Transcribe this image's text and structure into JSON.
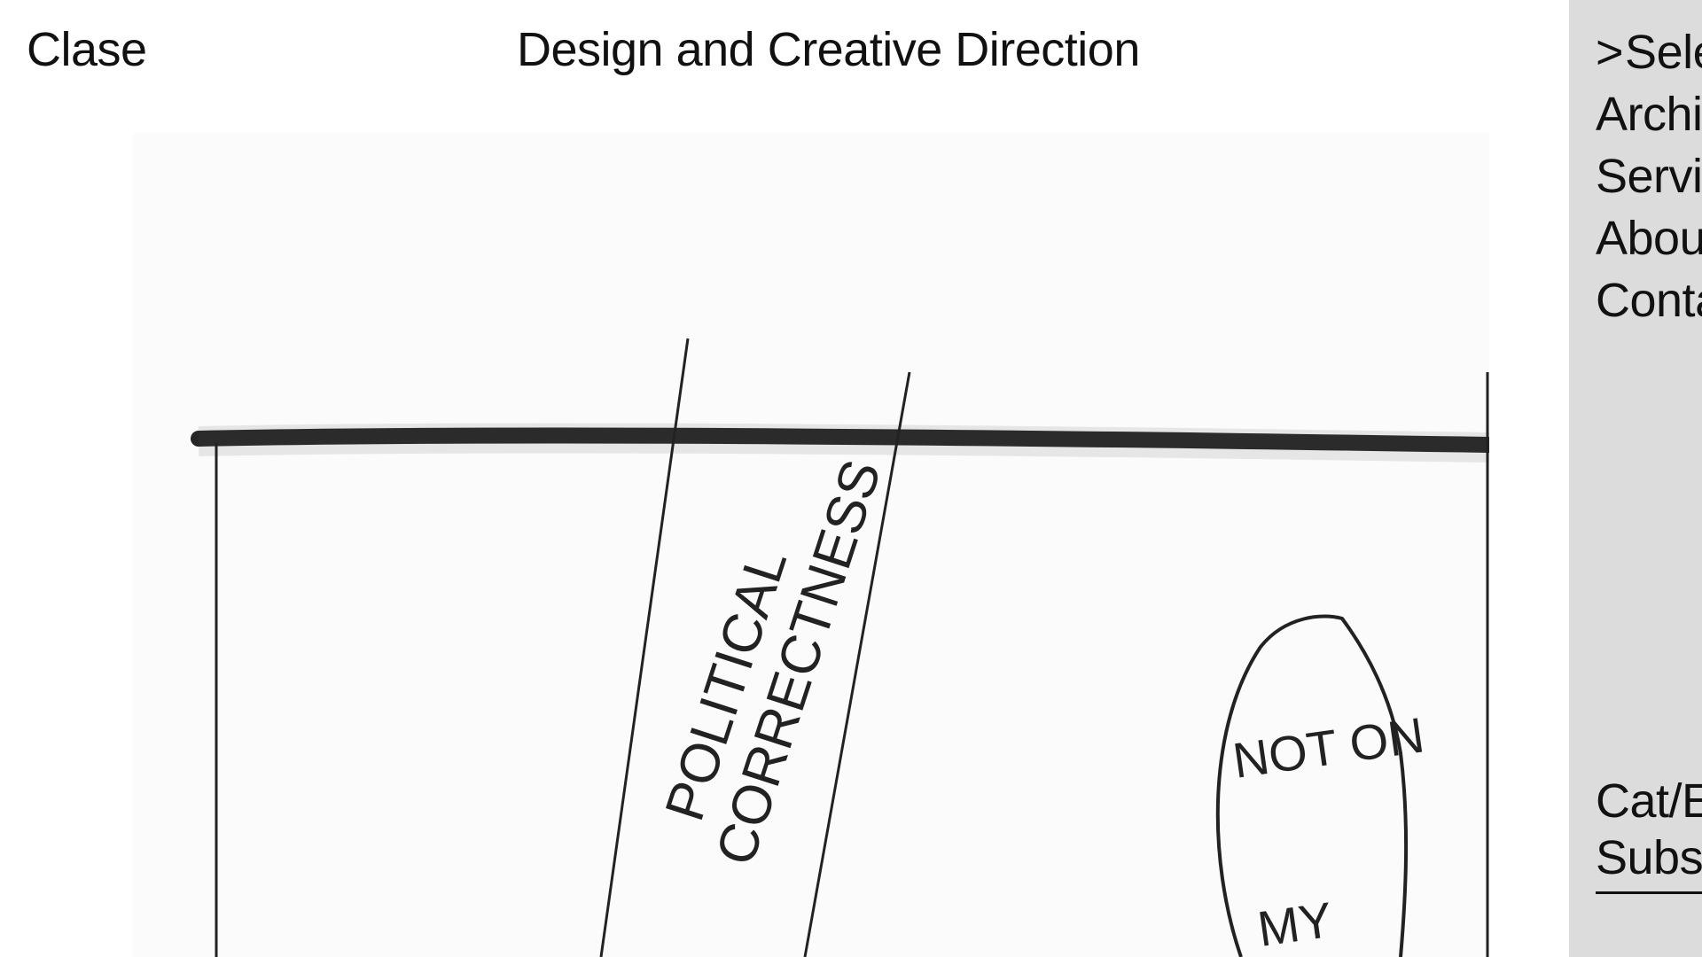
{
  "header": {
    "brand": "Clase",
    "title": "Design and Creative Direction"
  },
  "artwork": {
    "word_lines": [
      "POLITICAL",
      "CORRECTNESS"
    ],
    "bubble_lines": [
      "NOT ON",
      "MY"
    ]
  },
  "sidebar": {
    "nav": [
      {
        "label": "Selected",
        "active": true
      },
      {
        "label": "Archive",
        "active": false
      },
      {
        "label": "Services",
        "active": false
      },
      {
        "label": "About",
        "active": false
      },
      {
        "label": "Contact",
        "active": false
      }
    ],
    "active_marker": ">",
    "bottom": {
      "cat_label": "Cat/En",
      "subscribe_label": "Subscribe"
    }
  },
  "colors": {
    "sidebar_bg": "#dcdcdc",
    "text": "#111111",
    "artwork_bg": "#fbfbfb"
  }
}
